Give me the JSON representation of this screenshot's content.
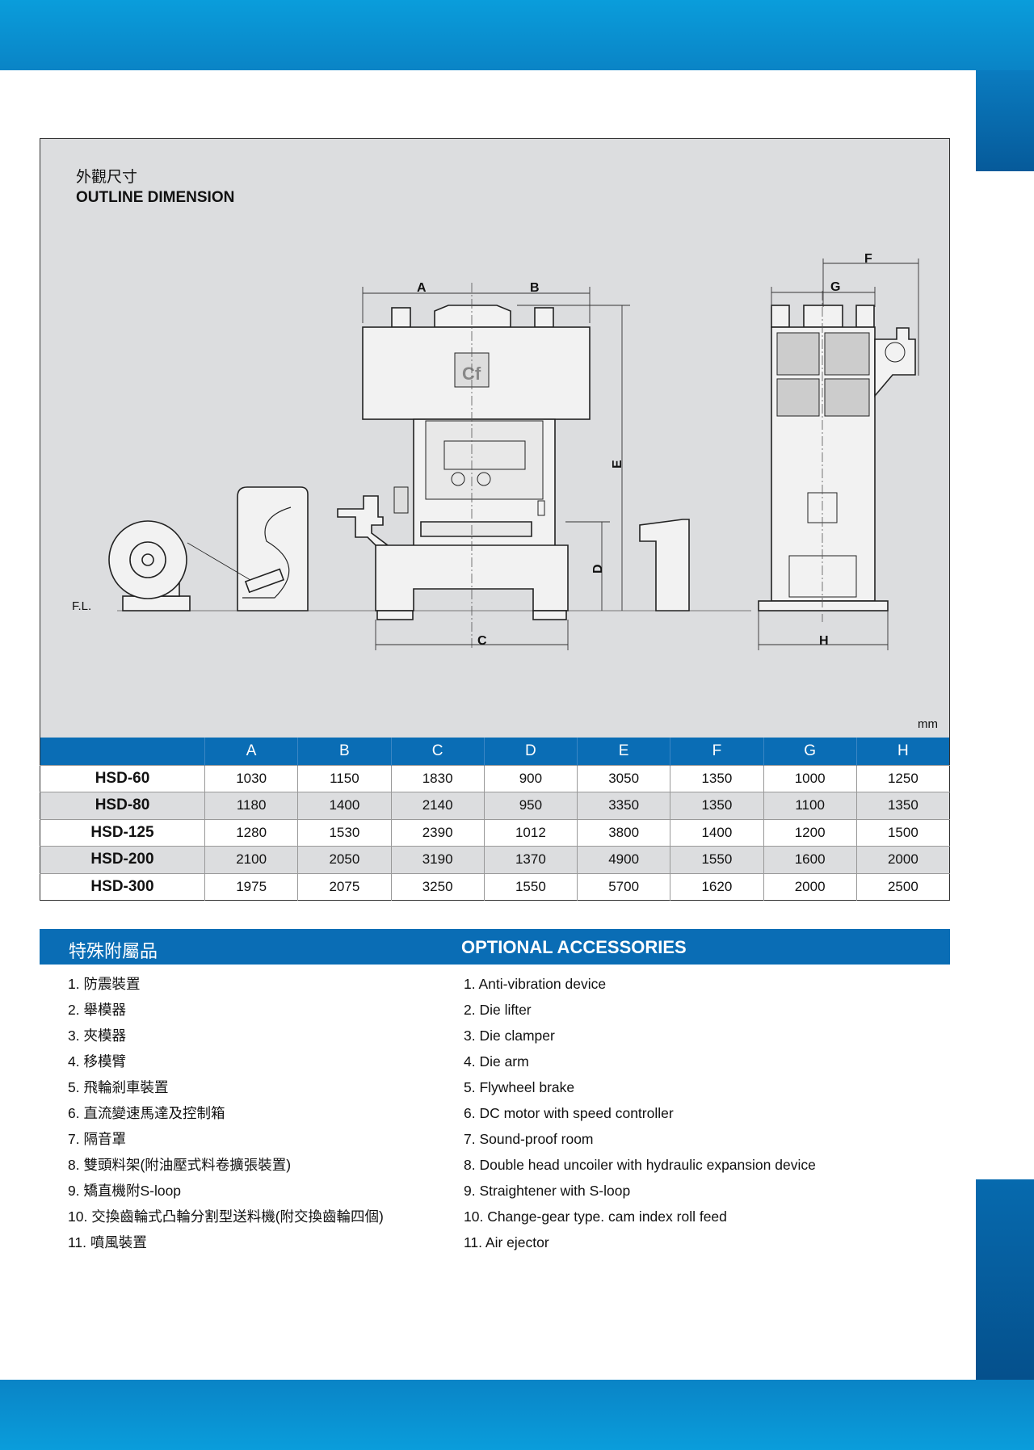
{
  "outline": {
    "title_cn": "外觀尺寸",
    "title_en": "OUTLINE DIMENSION",
    "unit": "mm",
    "floor_label": "F.L.",
    "dim_labels": {
      "A": "A",
      "B": "B",
      "C": "C",
      "D": "D",
      "E": "E",
      "F": "F",
      "G": "G",
      "H": "H"
    }
  },
  "table": {
    "columns": [
      "A",
      "B",
      "C",
      "D",
      "E",
      "F",
      "G",
      "H"
    ],
    "rows": [
      {
        "model": "HSD-60",
        "values": [
          "1030",
          "1150",
          "1830",
          "900",
          "3050",
          "1350",
          "1000",
          "1250"
        ]
      },
      {
        "model": "HSD-80",
        "values": [
          "1180",
          "1400",
          "2140",
          "950",
          "3350",
          "1350",
          "1100",
          "1350"
        ]
      },
      {
        "model": "HSD-125",
        "values": [
          "1280",
          "1530",
          "2390",
          "1012",
          "3800",
          "1400",
          "1200",
          "1500"
        ]
      },
      {
        "model": "HSD-200",
        "values": [
          "2100",
          "2050",
          "3190",
          "1370",
          "4900",
          "1550",
          "1600",
          "2000"
        ]
      },
      {
        "model": "HSD-300",
        "values": [
          "1975",
          "2075",
          "3250",
          "1550",
          "5700",
          "1620",
          "2000",
          "2500"
        ]
      }
    ]
  },
  "accessories": {
    "title_cn": "特殊附屬品",
    "title_en": "OPTIONAL ACCESSORIES",
    "items_cn": [
      "1. 防震裝置",
      "2. 舉模器",
      "3. 夾模器",
      "4. 移模臂",
      "5. 飛輪剎車裝置",
      "6. 直流變速馬達及控制箱",
      "7. 隔音罩",
      "8. 雙頭料架(附油壓式料卷擴張裝置)",
      "9. 矯直機附S-loop",
      "10. 交換齒輪式凸輪分割型送料機(附交換齒輪四個)",
      "11. 噴風裝置"
    ],
    "items_en": [
      "1. Anti-vibration device",
      "2. Die lifter",
      "3. Die clamper",
      "4. Die arm",
      "5. Flywheel brake",
      "6. DC motor with speed controller",
      "7. Sound-proof room",
      "8. Double head uncoiler with hydraulic expansion device",
      "9. Straightener with S-loop",
      "10. Change-gear type. cam index roll feed",
      "11. Air ejector"
    ]
  },
  "colors": {
    "brand_blue": "#0a6db5",
    "panel_gray": "#dcdddf"
  }
}
